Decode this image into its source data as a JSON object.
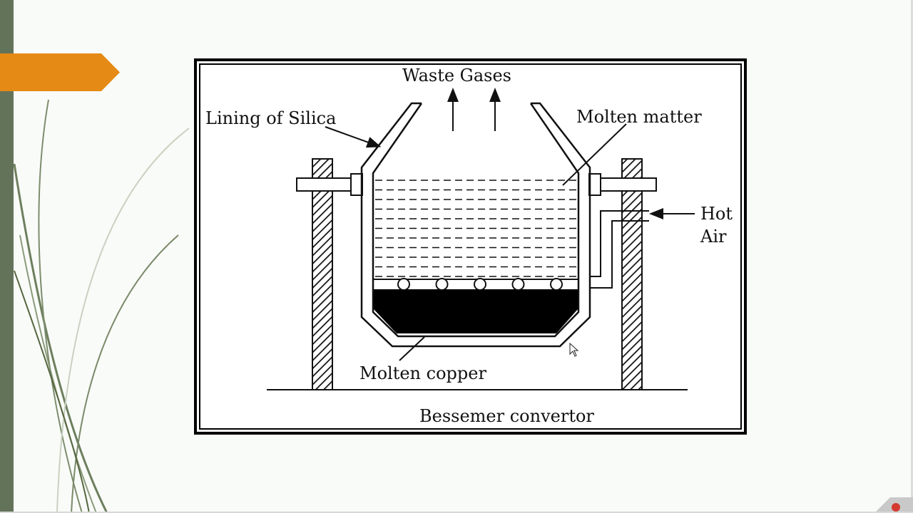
{
  "diagram": {
    "labels": {
      "waste_gases": "Waste Gases",
      "lining": "Lining of Silica",
      "molten_matter": "Molten matter",
      "hot": "Hot",
      "air": "Air",
      "molten_copper": "Molten copper",
      "caption": "Bessemer convertor"
    },
    "tuyere_count": 5
  },
  "colors": {
    "left_bar": "#63735a",
    "accent_orange": "#e58a14",
    "background": "#f9fbf8",
    "ink": "#111111"
  },
  "icons": [
    "mouse-cursor-icon",
    "screencast-logo-icon"
  ]
}
